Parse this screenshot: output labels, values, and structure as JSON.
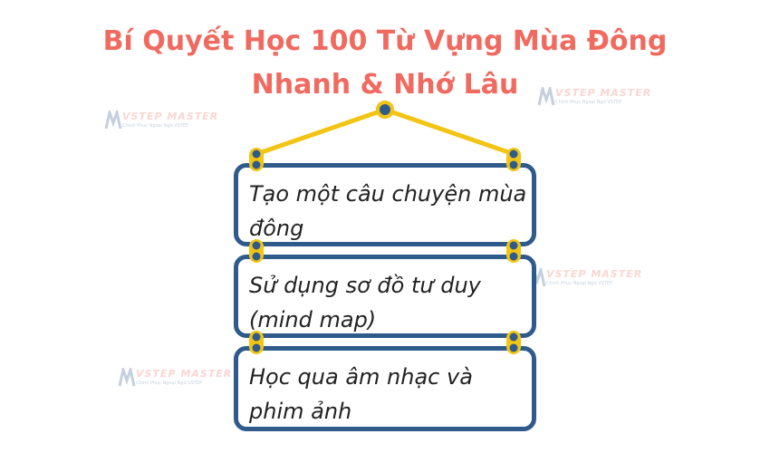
{
  "title": {
    "line1": "Bí Quyết Học 100 Từ Vựng Mùa Đông",
    "line2": "Nhanh & Nhớ Lâu"
  },
  "items": [
    {
      "text": "Tạo một câu chuyện mùa đông"
    },
    {
      "text": "Sử dụng sơ đồ tư duy (mind map)"
    },
    {
      "text": "Học qua âm nhạc và phim ảnh"
    }
  ],
  "watermark": {
    "brand": "VSTEP MASTER",
    "tagline": "Chinh Phục Ngoại Ngữ VSTEP"
  },
  "colors": {
    "title": "#f06a5f",
    "box_border": "#2e5a8c",
    "chain": "#f2c413",
    "dot": "#2e5a8c"
  }
}
